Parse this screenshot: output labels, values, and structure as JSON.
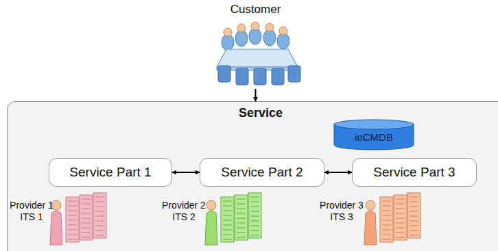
{
  "diagram": {
    "nodes": [
      {
        "text": [
          "Customer"
        ]
      },
      {
        "text": [
          "Service"
        ]
      },
      {
        "text": [
          "ioCMDB"
        ],
        "in": 1
      },
      {
        "text": [
          "Service Part 1"
        ],
        "in": 1
      },
      {
        "text": [
          "Service Part 2"
        ],
        "in": 1
      },
      {
        "text": [
          "Service Part 3"
        ],
        "in": 1
      }
    ],
    "edges": [
      {
        "from": 0,
        "to": 1,
        "arrow": "to"
      },
      {
        "from": 3,
        "to": 4,
        "arrow": "both"
      },
      {
        "from": 4,
        "to": 5,
        "arrow": "both"
      }
    ],
    "labels": [
      "Provider 1 ITS 1",
      "Provider 2 ITS 2",
      "Provider 3 ITS 3"
    ]
  }
}
